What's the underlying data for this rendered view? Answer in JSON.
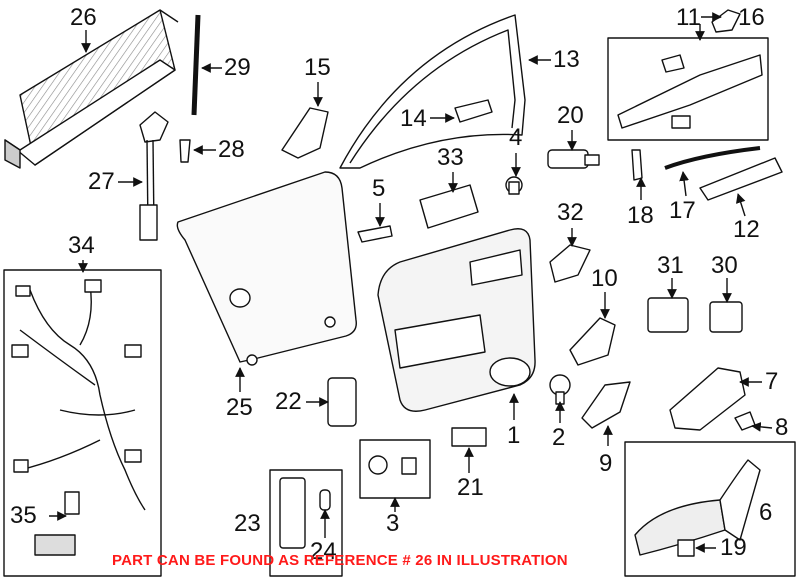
{
  "callouts": {
    "c1": "1",
    "c2": "2",
    "c3": "3",
    "c4": "4",
    "c5": "5",
    "c6": "6",
    "c7": "7",
    "c8": "8",
    "c9": "9",
    "c10": "10",
    "c11": "11",
    "c12": "12",
    "c13": "13",
    "c14": "14",
    "c15": "15",
    "c16": "16",
    "c17": "17",
    "c18": "18",
    "c19": "19",
    "c20": "20",
    "c21": "21",
    "c22": "22",
    "c23": "23",
    "c24": "24",
    "c25": "25",
    "c26": "26",
    "c27": "27",
    "c28": "28",
    "c29": "29",
    "c30": "30",
    "c31": "31",
    "c32": "32",
    "c33": "33",
    "c34": "34",
    "c35": "35"
  },
  "notice": "PART CAN BE FOUND AS REFERENCE # 26 IN ILLUSTRATION",
  "colors": {
    "line": "#111111",
    "part_fill": "#ffffff",
    "shade": "#d6d6d6",
    "dark": "#555555",
    "notice": "#ff1a1a"
  }
}
